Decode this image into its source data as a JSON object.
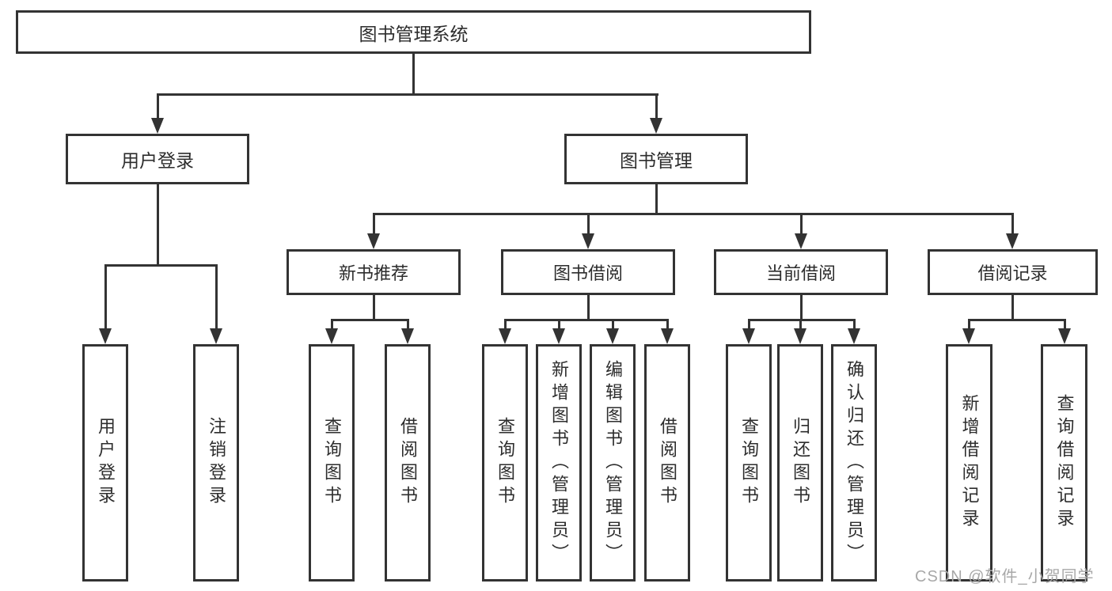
{
  "colors": {
    "line": "#333333",
    "text": "#2d2d2d",
    "background": "#ffffff",
    "watermark": "#a8a8a8"
  },
  "watermark": "CSDN @软件_小贺同学",
  "nodes": {
    "root": "图书管理系统",
    "user_login": "用户登录",
    "book_mgmt": "图书管理",
    "new_book_rec": "新书推荐",
    "book_borrow": "图书借阅",
    "current_borrow": "当前借阅",
    "borrow_record": "借阅记录",
    "leaf_user_login": "用户登录",
    "leaf_logout": "注销登录",
    "leaf_rec_query": "查询图书",
    "leaf_rec_borrow": "借阅图书",
    "leaf_bb_query": "查询图书",
    "leaf_bb_add": "新增图书（管理员）",
    "leaf_bb_edit": "编辑图书（管理员）",
    "leaf_bb_borrow": "借阅图书",
    "leaf_cb_query": "查询图书",
    "leaf_cb_return": "归还图书",
    "leaf_cb_confirm": "确认归还（管理员）",
    "leaf_br_add": "新增借阅记录",
    "leaf_br_query": "查询借阅记录"
  },
  "hierarchy": {
    "label": "图书管理系统",
    "children": [
      {
        "label": "用户登录",
        "children": [
          {
            "label": "用户登录"
          },
          {
            "label": "注销登录"
          }
        ]
      },
      {
        "label": "图书管理",
        "children": [
          {
            "label": "新书推荐",
            "children": [
              {
                "label": "查询图书"
              },
              {
                "label": "借阅图书"
              }
            ]
          },
          {
            "label": "图书借阅",
            "children": [
              {
                "label": "查询图书"
              },
              {
                "label": "新增图书（管理员）"
              },
              {
                "label": "编辑图书（管理员）"
              },
              {
                "label": "借阅图书"
              }
            ]
          },
          {
            "label": "当前借阅",
            "children": [
              {
                "label": "查询图书"
              },
              {
                "label": "归还图书"
              },
              {
                "label": "确认归还（管理员）"
              }
            ]
          },
          {
            "label": "借阅记录",
            "children": [
              {
                "label": "新增借阅记录"
              },
              {
                "label": "查询借阅记录"
              }
            ]
          }
        ]
      }
    ]
  }
}
